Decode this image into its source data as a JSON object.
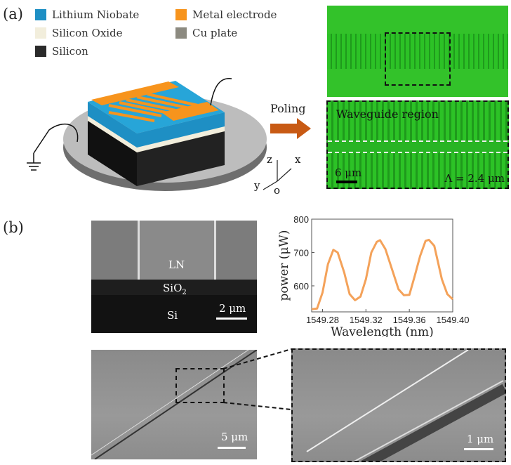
{
  "panel_a": {
    "label": "(a)",
    "legend": [
      {
        "text": "Lithium Niobate",
        "color": "#1e8fc4"
      },
      {
        "text": "Metal electrode",
        "color": "#f7941d"
      },
      {
        "text": "Silicon Oxide",
        "color": "#f2eedc"
      },
      {
        "text": "Cu plate",
        "color": "#8c8a80"
      },
      {
        "text": "Silicon",
        "color": "#2a2a2a"
      }
    ],
    "arrow_label": "Poling",
    "axes": {
      "z": "z",
      "x": "x",
      "y": "y",
      "o": "o"
    },
    "micro": {
      "region_label": "Waveguide region",
      "scale": "6 μm",
      "period": "Λ = 2.4 μm"
    }
  },
  "panel_b": {
    "label": "(b)",
    "sem_cross": {
      "ln": "LN",
      "sio2": "SiO",
      "sio2_sub": "2",
      "si": "Si",
      "scale": "2 μm"
    },
    "sem_top": {
      "scale": "5 μm"
    },
    "sem_zoom": {
      "scale": "1 μm"
    }
  },
  "chart_data": {
    "type": "line",
    "title": "",
    "xlabel": "Wavelength (nm)",
    "ylabel": "power (μW)",
    "xlim": [
      1549.27,
      1549.4
    ],
    "ylim": [
      522,
      800
    ],
    "xticks": [
      "1549.28",
      "1549.32",
      "1549.36",
      "1549.40"
    ],
    "xtick_values": [
      1549.28,
      1549.32,
      1549.36,
      1549.4
    ],
    "yticks": [
      "600",
      "700",
      "800"
    ],
    "ytick_values": [
      600,
      700,
      800
    ],
    "color": "#f4a25a",
    "x": [
      1549.27,
      1549.275,
      1549.28,
      1549.285,
      1549.29,
      1549.294,
      1549.3,
      1549.305,
      1549.31,
      1549.315,
      1549.32,
      1549.325,
      1549.33,
      1549.333,
      1549.338,
      1549.345,
      1549.35,
      1549.355,
      1549.36,
      1549.365,
      1549.37,
      1549.375,
      1549.378,
      1549.383,
      1549.39,
      1549.395,
      1549.4
    ],
    "y": [
      530,
      532,
      580,
      665,
      708,
      700,
      640,
      575,
      557,
      568,
      620,
      700,
      732,
      737,
      710,
      640,
      590,
      572,
      573,
      630,
      690,
      735,
      738,
      720,
      620,
      575,
      560
    ]
  }
}
